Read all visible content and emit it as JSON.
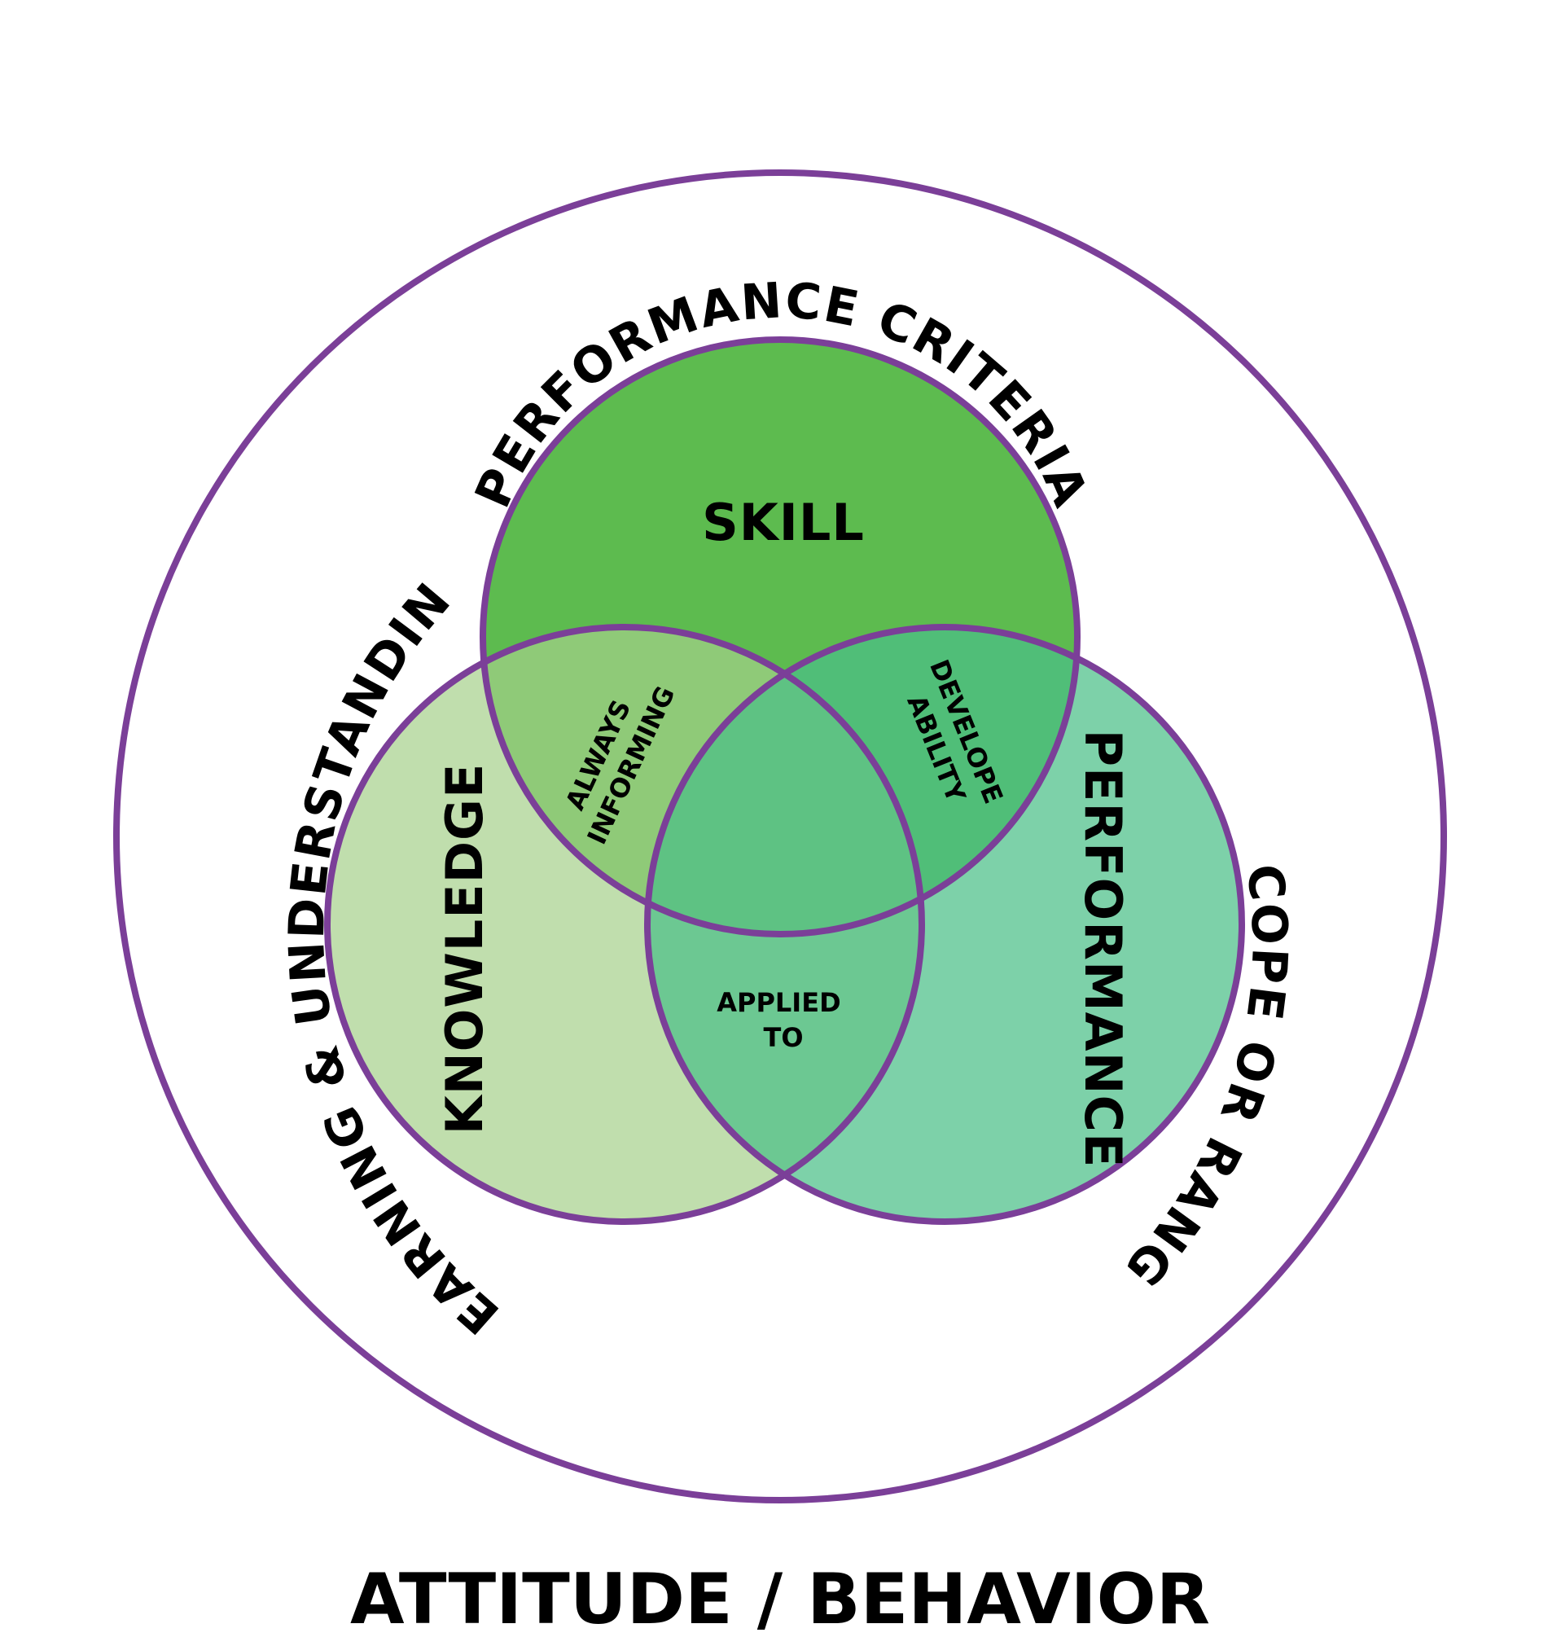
{
  "colors": {
    "outline": "#7b3f98",
    "skill_fill": "#5dbb4f",
    "knowledge_fill": "#a5d08a",
    "performance_fill": "#4bbf88",
    "text": "#000000",
    "background": "#ffffff"
  },
  "diagram": {
    "circles": {
      "skill": "SKILL",
      "knowledge": "KNOWLEDGE",
      "performance": "PERFORMANCE"
    },
    "overlaps": {
      "skill_knowledge": [
        "ALWAYS",
        "INFORMING"
      ],
      "skill_performance": [
        "DEVELOPE",
        "ABILITY"
      ],
      "knowledge_performance": [
        "APPLIED",
        "TO"
      ]
    },
    "outer_labels": {
      "top": "PERFORMANCE CRITERIA",
      "left": "LEARNING & UNDERSTANDING",
      "right": "SCOPE OR RANGE"
    }
  },
  "footer": {
    "title": "ATTITUDE / BEHAVIOR"
  }
}
